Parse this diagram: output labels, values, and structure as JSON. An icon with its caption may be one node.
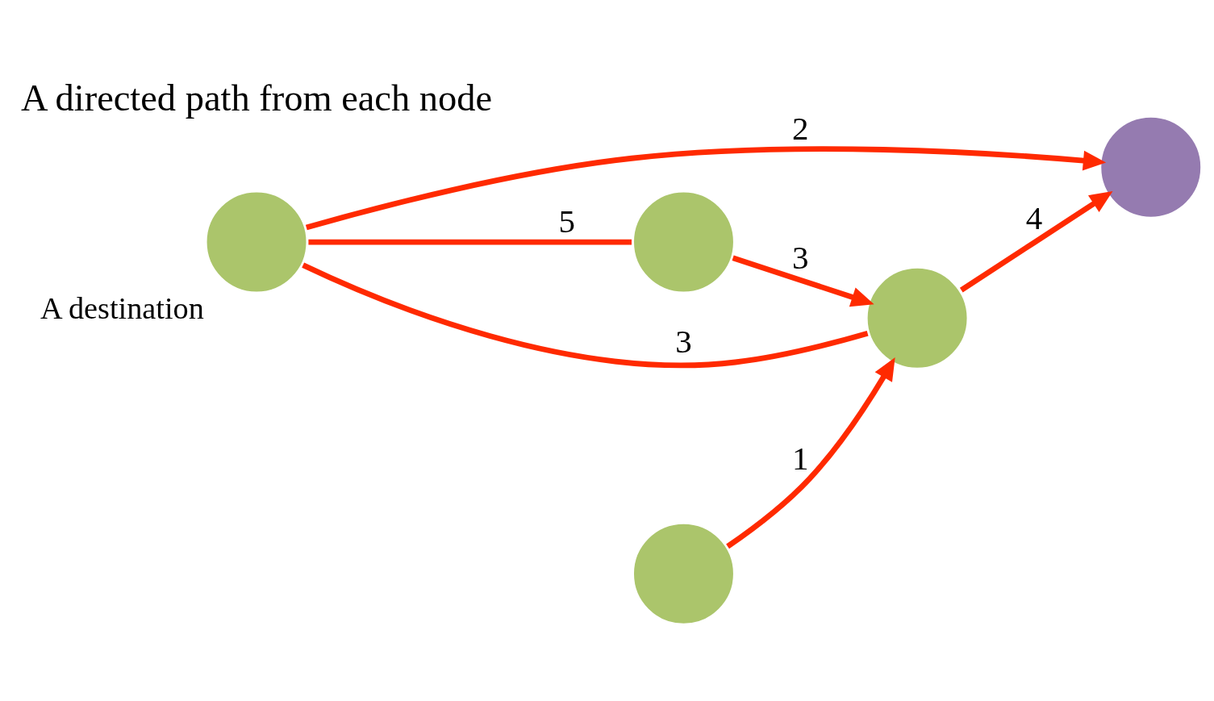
{
  "diagram": {
    "nodes": [
      {
        "text": [],
        "shape": "circle",
        "beside": [
          "A destination"
        ]
      },
      {
        "text": [],
        "shape": "circle"
      },
      {
        "text": [],
        "shape": "circle"
      },
      {
        "text": [],
        "shape": "circle"
      },
      {
        "text": [],
        "shape": "circle"
      }
    ],
    "edges": [
      {
        "from": 0,
        "to": 2,
        "arrow": "none",
        "label": "5"
      },
      {
        "from": 2,
        "to": 4,
        "arrow": "to",
        "label": "3"
      },
      {
        "from": 0,
        "to": 4,
        "arrow": "none",
        "label": "3"
      },
      {
        "from": 0,
        "to": 1,
        "arrow": "to",
        "label": "2"
      },
      {
        "from": 4,
        "to": 1,
        "arrow": "to",
        "label": "4"
      },
      {
        "from": 3,
        "to": 4,
        "arrow": "to",
        "label": "1"
      }
    ],
    "labels": [
      "A directed path from each node"
    ]
  }
}
